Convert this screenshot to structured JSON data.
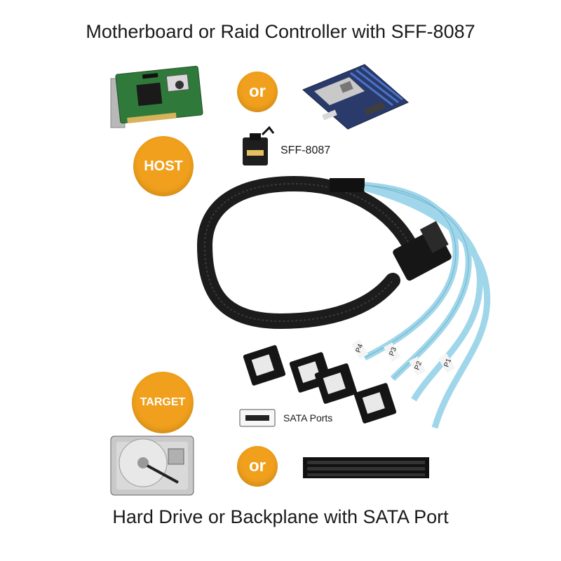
{
  "header": {
    "title": "Motherboard or Raid Controller with SFF-8087"
  },
  "footer": {
    "title": "Hard Drive or Backplane with SATA Port"
  },
  "badges": {
    "or_top": "or",
    "host": "HOST",
    "target": "TARGET",
    "or_bottom": "or"
  },
  "connectors": {
    "host_label": "SFF-8087",
    "target_label": "SATA Ports"
  },
  "cable_port_tags": [
    "P4",
    "P3",
    "P2",
    "P1"
  ],
  "colors": {
    "accent": "#f0a01c",
    "cable_sleeve": "#1c1c1c",
    "sata_wire": "#9fd6ea"
  },
  "icons": [
    "raid-card-icon",
    "motherboard-icon",
    "sff8087-connector-icon",
    "sata-port-icon",
    "hard-drive-icon",
    "backplane-icon"
  ]
}
